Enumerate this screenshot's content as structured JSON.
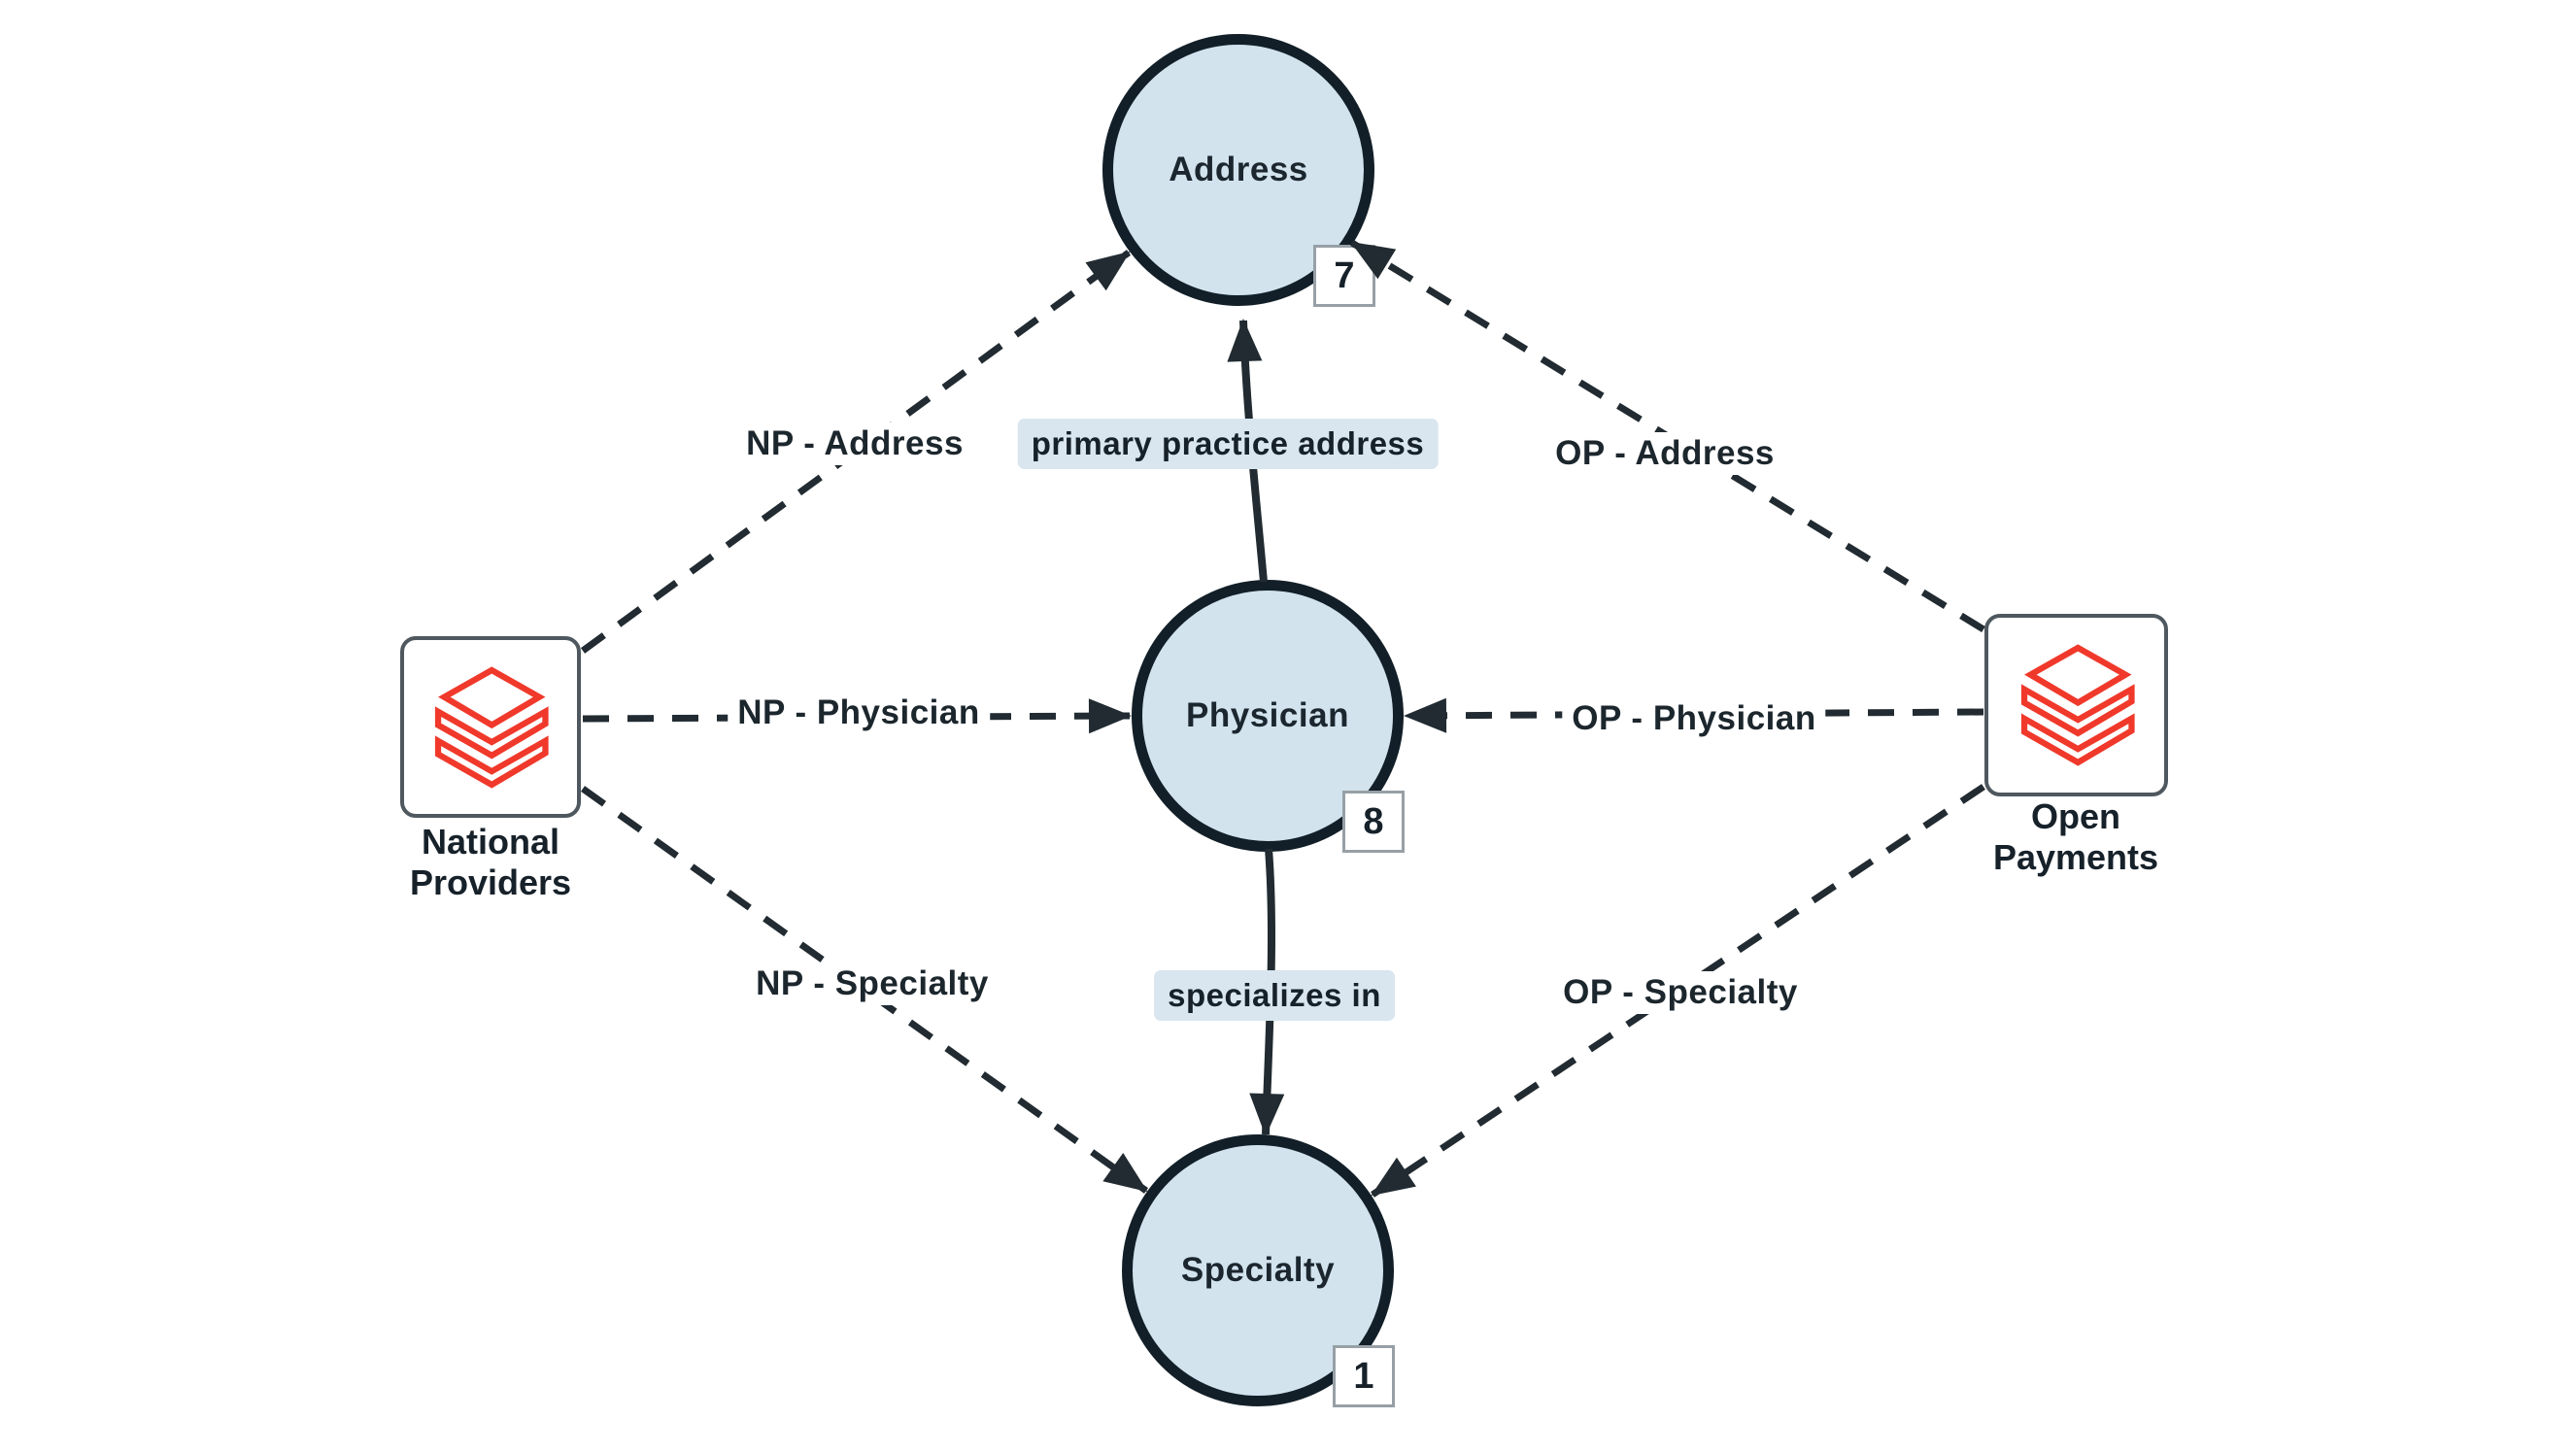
{
  "diagram": {
    "type": "entity-relationship-graph",
    "background_color": "#ffffff",
    "colors": {
      "entity_fill": "#d2e3ee",
      "entity_border": "#121f28",
      "edge_color": "#212b31",
      "relationship_label_bg": "#d9e6ef",
      "source_border": "#4e585e",
      "logo_red": "#f0392b",
      "badge_border": "#97a0a6",
      "text_color": "#16212a"
    },
    "entities": [
      {
        "id": "address",
        "label": "Address",
        "badge_count": "7"
      },
      {
        "id": "physician",
        "label": "Physician",
        "badge_count": "8"
      },
      {
        "id": "specialty",
        "label": "Specialty",
        "badge_count": "1"
      }
    ],
    "sources": [
      {
        "id": "national-providers",
        "label_line1": "National",
        "label_line2": "Providers",
        "icon": "databricks-logo"
      },
      {
        "id": "open-payments",
        "label_line1": "Open",
        "label_line2": "Payments",
        "icon": "databricks-logo"
      }
    ],
    "mapping_edges": [
      {
        "label": "NP - Address",
        "from": "national-providers",
        "to": "address",
        "style": "dashed"
      },
      {
        "label": "NP - Physician",
        "from": "national-providers",
        "to": "physician",
        "style": "dashed"
      },
      {
        "label": "NP - Specialty",
        "from": "national-providers",
        "to": "specialty",
        "style": "dashed"
      },
      {
        "label": "OP - Address",
        "from": "open-payments",
        "to": "address",
        "style": "dashed"
      },
      {
        "label": "OP - Physician",
        "from": "open-payments",
        "to": "physician",
        "style": "dashed"
      },
      {
        "label": "OP - Specialty",
        "from": "open-payments",
        "to": "specialty",
        "style": "dashed"
      }
    ],
    "relationship_edges": [
      {
        "label": "primary practice address",
        "from": "physician",
        "to": "address",
        "style": "solid"
      },
      {
        "label": "specializes in",
        "from": "physician",
        "to": "specialty",
        "style": "solid"
      }
    ]
  }
}
